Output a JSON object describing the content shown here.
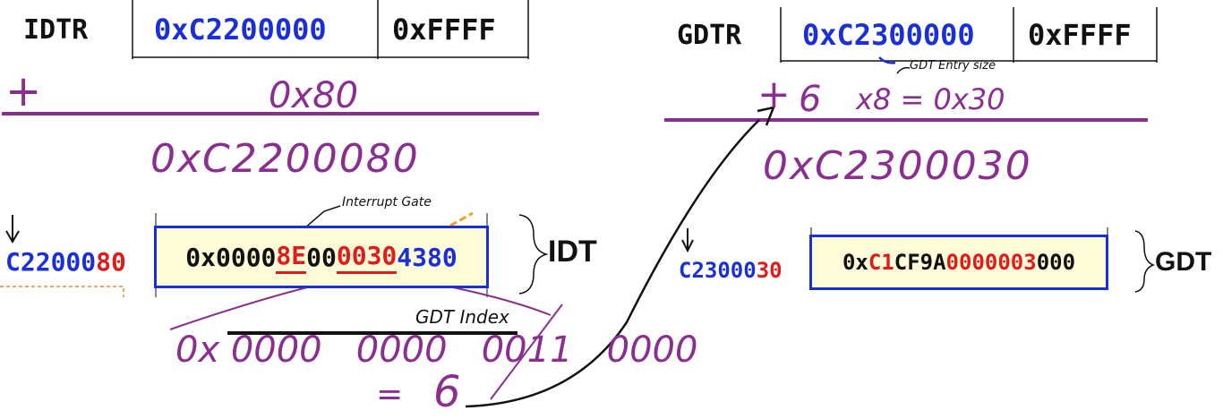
{
  "idtr": {
    "label": "IDTR",
    "base": "0xC2200000",
    "limit": "0xFFFF"
  },
  "gdtr": {
    "label": "GDTR",
    "base": "0xC2300000",
    "limit": "0xFFFF"
  },
  "idt_calc": {
    "plus": "+",
    "offset": "0x80",
    "result": "0xC2200080"
  },
  "gdt_calc": {
    "plus": "+",
    "index": "6",
    "times": "x8 = 0x30",
    "result": "0xC2300030"
  },
  "annotations": {
    "interrupt_gate": "Interrupt Gate",
    "gdt_entry_size": "GDT Entry size",
    "gdt_index": "GDT Index"
  },
  "idt_entry": {
    "address_blue": "C22000",
    "address_red": "80",
    "value_p1": "0x0000",
    "value_p2": "8E",
    "value_p3": "00",
    "value_p4": "0030",
    "value_p5": "4380",
    "table_label": "IDT"
  },
  "gdt_entry": {
    "address_blue": "C23000",
    "address_red": "30",
    "value_p1": "0x",
    "value_p2": "C1",
    "value_p3": "CF9A",
    "value_p4": "0000003",
    "value_p5": "000",
    "table_label": "GDT"
  },
  "binary": {
    "text": "0x 0000   0000   0011   0000",
    "equals": "=",
    "result": "6"
  },
  "colors": {
    "blue": "#1a2fd6",
    "red": "#e01b1b",
    "purple": "#8a2f8f",
    "highlight": "#fdfbd8"
  }
}
